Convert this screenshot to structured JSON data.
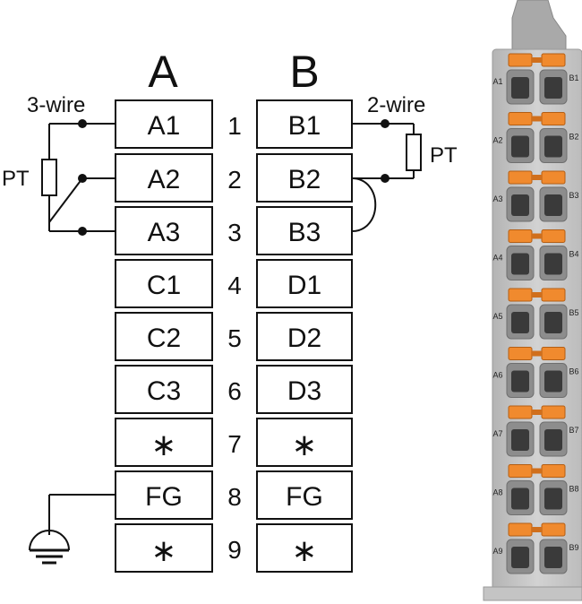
{
  "column_a_header": "A",
  "column_b_header": "B",
  "rows": [
    {
      "num": "1",
      "a": "A1",
      "b": "B1"
    },
    {
      "num": "2",
      "a": "A2",
      "b": "B2"
    },
    {
      "num": "3",
      "a": "A3",
      "b": "B3"
    },
    {
      "num": "4",
      "a": "C1",
      "b": "D1"
    },
    {
      "num": "5",
      "a": "C2",
      "b": "D2"
    },
    {
      "num": "6",
      "a": "C3",
      "b": "D3"
    },
    {
      "num": "7",
      "a": "∗",
      "b": "∗"
    },
    {
      "num": "8",
      "a": "FG",
      "b": "FG"
    },
    {
      "num": "9",
      "a": "∗",
      "b": "∗"
    }
  ],
  "left_wiring_label": "3-wire",
  "right_wiring_label": "2-wire",
  "left_sensor_label": "PT",
  "right_sensor_label": "PT",
  "module": {
    "left_labels": [
      "A1",
      "A2",
      "A3",
      "A4",
      "A5",
      "A6",
      "A7",
      "A8",
      "A9"
    ],
    "right_labels": [
      "B1",
      "B2",
      "B3",
      "B4",
      "B5",
      "B6",
      "B7",
      "B8",
      "B9"
    ]
  },
  "colors": {
    "orange_lever": "#f08a2e",
    "module_body": "#c9c9c9",
    "terminal_hole": "#3a3a3a"
  },
  "icons": [
    "ground-icon",
    "resistor-icon"
  ]
}
